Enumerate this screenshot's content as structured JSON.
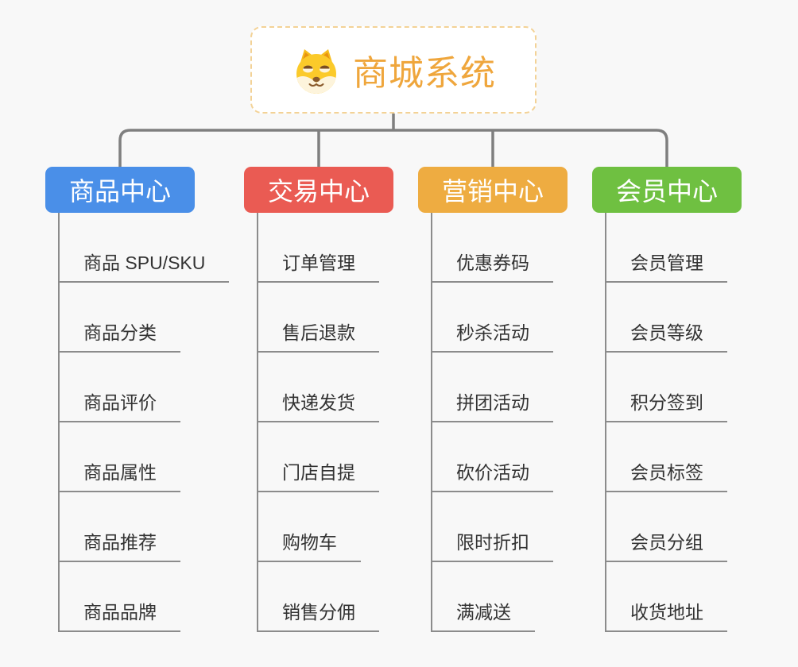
{
  "page": {
    "background_color": "#f8f8f8",
    "connector_color": "#7f7f7f",
    "line_color": "#8c8c8c"
  },
  "root": {
    "title": "商城系统",
    "icon": "dog-icon",
    "title_color": "#efa63c",
    "border_color": "#f3d296"
  },
  "branches": [
    {
      "label": "商品中心",
      "color": "#4a8fe8",
      "children": [
        "商品 SPU/SKU",
        "商品分类",
        "商品评价",
        "商品属性",
        "商品推荐",
        "商品品牌"
      ]
    },
    {
      "label": "交易中心",
      "color": "#ea5b53",
      "children": [
        "订单管理",
        "售后退款",
        "快递发货",
        "门店自提",
        "购物车",
        "销售分佣"
      ]
    },
    {
      "label": "营销中心",
      "color": "#eeac41",
      "children": [
        "优惠券码",
        "秒杀活动",
        "拼团活动",
        "砍价活动",
        "限时折扣",
        "满减送"
      ]
    },
    {
      "label": "会员中心",
      "color": "#6fc041",
      "children": [
        "会员管理",
        "会员等级",
        "积分签到",
        "会员标签",
        "会员分组",
        "收货地址"
      ]
    }
  ]
}
